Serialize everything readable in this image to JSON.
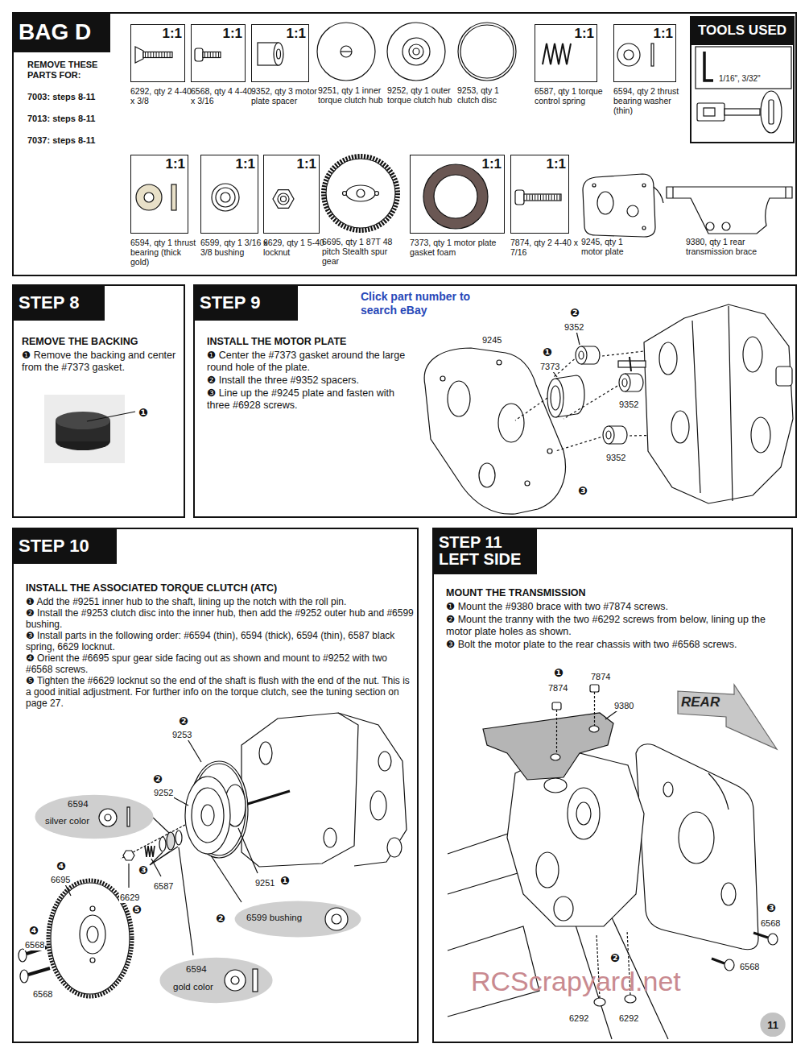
{
  "diagram": {
    "nodes": [
      {
        "text": [
          "BAG D",
          "REMOVE THESE PARTS FOR:",
          "7003: steps 8-11",
          "7013: steps 8-11",
          "7037: steps 8-11"
        ]
      },
      {
        "text": [
          "1:1",
          "6292, qty 2 4-40 x 3/8"
        ],
        "in": 0
      },
      {
        "text": [
          "1:1",
          "6568, qty 4 4-40 x 3/16"
        ],
        "in": 0
      },
      {
        "text": [
          "1:1",
          "9352, qty 3 motor plate spacer"
        ],
        "in": 0
      },
      {
        "text": [
          "1:1",
          "6587, qty 1 torque control spring"
        ],
        "in": 0
      },
      {
        "text": [
          "1:1",
          "6594, qty 2 thrust bearing washer (thin)"
        ],
        "in": 0
      },
      {
        "text": [
          "TOOLS USED",
          "1/16\", 3/32\""
        ],
        "in": 0
      },
      {
        "text": [
          "1:1",
          "6594, qty 1 thrust bearing (thick gold)"
        ],
        "in": 0
      },
      {
        "text": [
          "1:1",
          "6599, qty 1 3/16 x 3/8 bushing"
        ],
        "in": 0
      },
      {
        "text": [
          "1:1",
          "6629, qty 1 5-40 locknut"
        ],
        "in": 0
      },
      {
        "text": [
          "1:1",
          "7373, qty 1 motor plate gasket foam"
        ],
        "in": 0
      },
      {
        "text": [
          "1:1",
          "7874, qty 2 4-40 x 7/16"
        ],
        "in": 0
      },
      {
        "text": [
          "STEP 8",
          "REMOVE THE BACKING",
          "❶ Remove the backing and center from the #7373 gasket."
        ]
      },
      {
        "text": [
          "STEP 9",
          "INSTALL THE MOTOR PLATE",
          "❶ Center the #7373 gasket around the large round hole of the plate.",
          "❷ Install the three #9352 spacers.",
          "❸ Line up the #9245 plate and fasten with three #6928 screws."
        ]
      },
      {
        "text": [
          "STEP 10",
          "INSTALL THE ASSOCIATED TORQUE CLUTCH (ATC)",
          "❶ Add the #9251 inner hub to the shaft, lining up the notch with the roll pin.",
          "❷ Install the #9253 clutch disc into the inner hub, then add the #9252 outer hub and #6599 bushing.",
          "❸ Install parts in the following order: #6594 (thin), 6594 (thick), 6594 (thin), 6587 black spring, 6629 locknut.",
          "❹ Orient the #6695 spur gear side facing out as shown and mount to #9252 with two #6568 screws.",
          "❺ Tighten the #6629 locknut so the end of the shaft is flush with the end of the nut. This is a good initial adjustment. For further info on the torque clutch, see the tuning section on page 27."
        ]
      },
      {
        "text": [
          "6594",
          "silver color"
        ],
        "in": 14
      },
      {
        "text": [
          "6599 bushing"
        ],
        "in": 14
      },
      {
        "text": [
          "6594",
          "gold color"
        ],
        "in": 14
      },
      {
        "text": [
          "STEP 11 LEFT SIDE",
          "MOUNT THE TRANSMISSION",
          "❶ Mount the #9380 brace with two #7874 screws.",
          "❷ Mount the tranny with the two #6292 screws from below, lining up the motor plate holes as shown.",
          "❸ Bolt the motor plate to the rear chassis with two #6568 screws."
        ]
      },
      {
        "text": [
          "11"
        ],
        "in": 18
      }
    ],
    "labels": [
      "9251, qty 1 inner torque clutch hub",
      "9252, qty 1 outer torque clutch hub",
      "9253, qty 1 clutch disc",
      "6695, qty 1 87T 48 pitch Stealth spur gear",
      "9245, qty 1 motor plate",
      "9380, qty 1 rear transmission brace",
      "Click part number to search eBay",
      "❶",
      "9245",
      "❶",
      "7373",
      "❷",
      "9352",
      "9352",
      "9352",
      "❸",
      "❷",
      "9253",
      "❷",
      "9252",
      "❹",
      "6695",
      "❸",
      "6587",
      "6629",
      "❺",
      "❹",
      "6568",
      "6568",
      "9251",
      "❶",
      "❷",
      "❶",
      "7874",
      "7874",
      "9380",
      "REAR",
      "❸",
      "6568",
      "6568",
      "❷",
      "6292",
      "6292",
      "RCScrapyard.net"
    ]
  }
}
